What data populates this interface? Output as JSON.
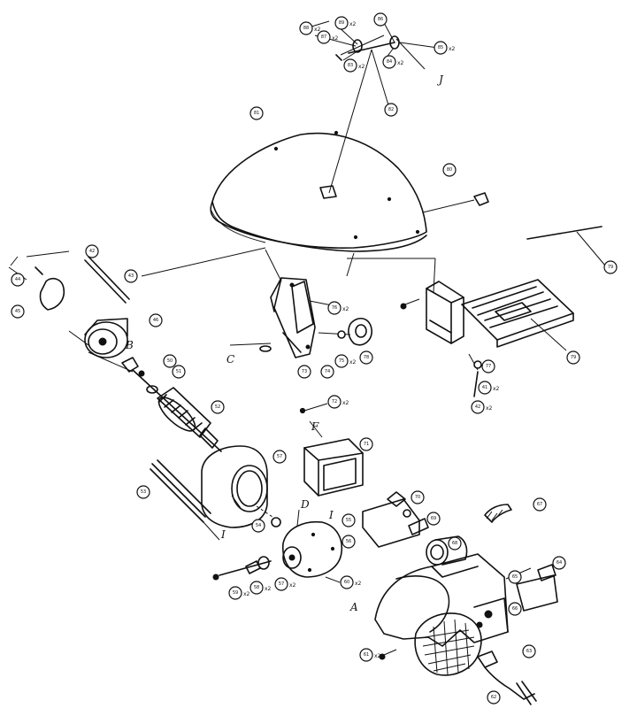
{
  "callouts": [
    {
      "id": "c-top1",
      "label": "88",
      "qty": "x2"
    },
    {
      "id": "c-top2",
      "label": "87",
      "qty": "x2"
    },
    {
      "id": "c-top3",
      "label": "89",
      "qty": "x2"
    },
    {
      "id": "c-top4",
      "label": "86",
      "qty": ""
    },
    {
      "id": "c-top5",
      "label": "85",
      "qty": "x2"
    },
    {
      "id": "c-top6",
      "label": "83",
      "qty": "x2"
    },
    {
      "id": "c-top7",
      "label": "84",
      "qty": "x2"
    },
    {
      "id": "c-top8",
      "label": "82",
      "qty": ""
    },
    {
      "id": "c-cover",
      "label": "81",
      "qty": ""
    },
    {
      "id": "c-knob",
      "label": "80",
      "qty": ""
    },
    {
      "id": "c-rod",
      "label": "79",
      "qty": ""
    },
    {
      "id": "c-l1",
      "label": "42",
      "qty": ""
    },
    {
      "id": "c-l2",
      "label": "43",
      "qty": ""
    },
    {
      "id": "c-l3",
      "label": "44",
      "qty": ""
    },
    {
      "id": "c-l4",
      "label": "45",
      "qty": ""
    },
    {
      "id": "c-l5",
      "label": "46",
      "qty": ""
    },
    {
      "id": "c-l6",
      "label": "50",
      "qty": ""
    },
    {
      "id": "c-l7",
      "label": "51",
      "qty": ""
    },
    {
      "id": "c-bracket1",
      "label": "73",
      "qty": ""
    },
    {
      "id": "c-bracket2",
      "label": "74",
      "qty": ""
    },
    {
      "id": "c-bracket3",
      "label": "75",
      "qty": "x2"
    },
    {
      "id": "c-bracket4",
      "label": "76",
      "qty": "x2"
    },
    {
      "id": "c-knob2",
      "label": "78",
      "qty": ""
    },
    {
      "id": "c-tray1",
      "label": "77",
      "qty": ""
    },
    {
      "id": "c-tray2",
      "label": "41",
      "qty": "x2"
    },
    {
      "id": "c-tray3",
      "label": "42",
      "qty": "x2"
    },
    {
      "id": "c-plate",
      "label": "79",
      "qty": ""
    },
    {
      "id": "c-arm",
      "label": "52",
      "qty": ""
    },
    {
      "id": "c-screw1",
      "label": "72",
      "qty": "x2"
    },
    {
      "id": "c-box",
      "label": "71",
      "qty": ""
    },
    {
      "id": "c-stator",
      "label": "57",
      "qty": ""
    },
    {
      "id": "c-brush",
      "label": "53",
      "qty": ""
    },
    {
      "id": "c-washer",
      "label": "54",
      "qty": ""
    },
    {
      "id": "c-endcap",
      "label": "55",
      "qty": ""
    },
    {
      "id": "c-endcap2",
      "label": "56",
      "qty": ""
    },
    {
      "id": "c-screw2",
      "label": "60",
      "qty": "x2"
    },
    {
      "id": "c-sw1",
      "label": "70",
      "qty": ""
    },
    {
      "id": "c-sw2",
      "label": "69",
      "qty": ""
    },
    {
      "id": "c-sw3",
      "label": "68",
      "qty": ""
    },
    {
      "id": "c-sw4",
      "label": "67",
      "qty": ""
    },
    {
      "id": "c-housing",
      "label": "65",
      "qty": ""
    },
    {
      "id": "c-housing2",
      "label": "66",
      "qty": ""
    },
    {
      "id": "c-housing3",
      "label": "64",
      "qty": ""
    },
    {
      "id": "c-front1",
      "label": "59",
      "qty": "x2"
    },
    {
      "id": "c-front2",
      "label": "58",
      "qty": "x2"
    },
    {
      "id": "c-front3",
      "label": "57",
      "qty": "x2"
    },
    {
      "id": "c-front4",
      "label": "61",
      "qty": "x2"
    },
    {
      "id": "c-cord1",
      "label": "63",
      "qty": ""
    },
    {
      "id": "c-cord2",
      "label": "62",
      "qty": ""
    }
  ],
  "ref_letters": {
    "j": "J",
    "b": "B",
    "c": "C",
    "f": "F",
    "d": "D",
    "e": "I",
    "a": "A",
    "i": "I"
  }
}
